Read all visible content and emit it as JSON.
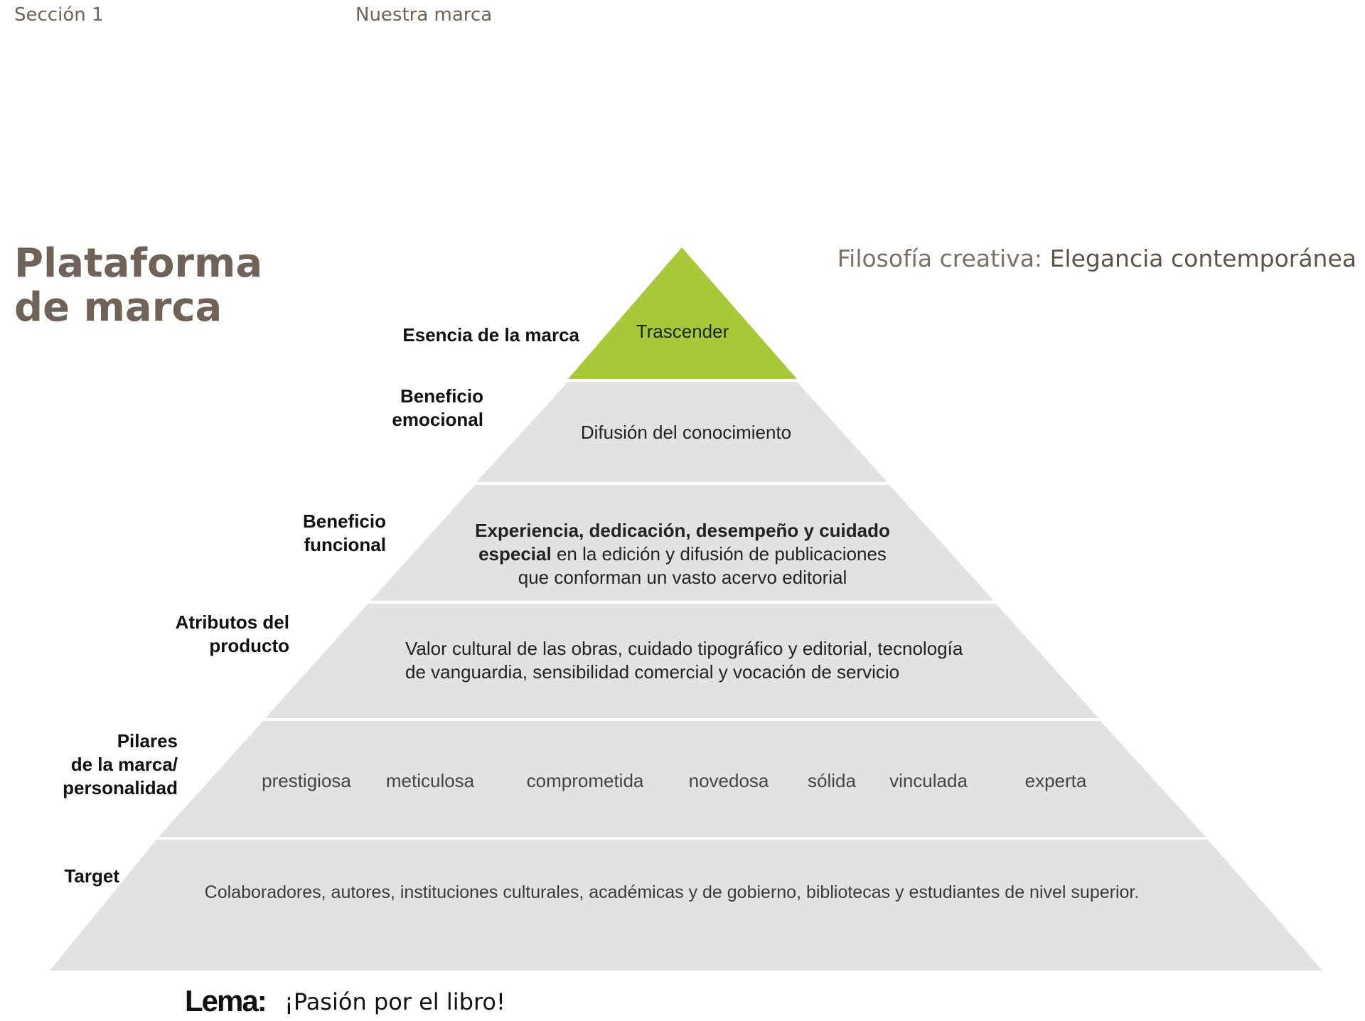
{
  "header": {
    "section": "Sección 1",
    "topic": "Nuestra marca"
  },
  "title": {
    "line1": "Plataforma",
    "line2": "de marca"
  },
  "philosophy": {
    "prefix": "Filosofía creativa:",
    "value": "Elegancia contemporánea"
  },
  "colors": {
    "apex": "#a8c83a",
    "tier": "#e2e2e2",
    "brown": "#6f6258"
  },
  "pyramid": {
    "essence": {
      "label": "Esencia de la marca",
      "text": "Trascender"
    },
    "emotional": {
      "label1": "Beneficio",
      "label2": "emocional",
      "text": "Difusión del conocimiento"
    },
    "functional": {
      "label1": "Beneficio",
      "label2": "funcional",
      "bold1": "Experiencia, dedicación, desempeño y cuidado",
      "bold2": "especial",
      "rest2": " en la edición y difusión de publicaciones",
      "line3": "que conforman un vasto acervo editorial"
    },
    "attributes": {
      "label1": "Atributos del",
      "label2": "producto",
      "line1": "Valor cultural de las obras, cuidado tipográfico y editorial, tecnología",
      "line2": "de vanguardia, sensibilidad comercial y vocación de servicio"
    },
    "pillars": {
      "label1": "Pilares",
      "label2": "de la marca/",
      "label3": "personalidad",
      "items": [
        "prestigiosa",
        "meticulosa",
        "comprometida",
        "novedosa",
        "sólida",
        "vinculada",
        "experta"
      ]
    },
    "target": {
      "label": "Target",
      "text": "Colaboradores, autores, instituciones culturales, académicas y de gobierno, bibliotecas y estudiantes de nivel superior."
    }
  },
  "lema": {
    "label": "Lema:",
    "text": "¡Pasión por el libro!"
  }
}
